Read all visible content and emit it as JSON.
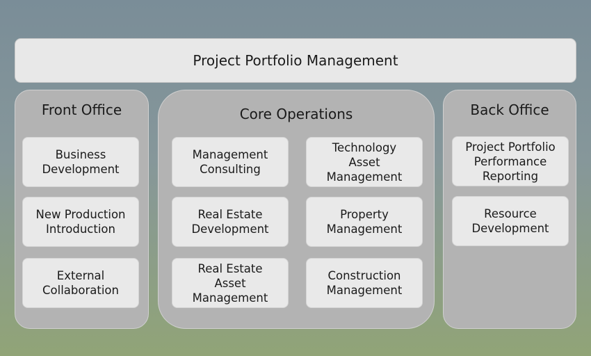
{
  "header": {
    "title": "Project Portfolio Management"
  },
  "front_office": {
    "title": "Front Office",
    "items": [
      "Business\nDevelopment",
      "New Production\nIntroduction",
      "External\nCollaboration"
    ]
  },
  "core_operations": {
    "title": "Core Operations",
    "items": [
      "Management\nConsulting",
      "Technology\nAsset\nManagement",
      "Real Estate\nDevelopment",
      "Property\nManagement",
      "Real Estate\nAsset\nManagement",
      "Construction\nManagement"
    ]
  },
  "back_office": {
    "title": "Back Office",
    "items": [
      "Project Portfolio\nPerformance\nReporting",
      "Resource\nDevelopment"
    ]
  }
}
